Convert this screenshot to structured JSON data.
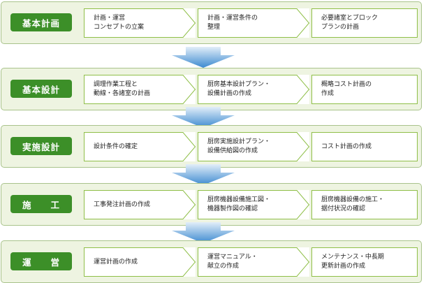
{
  "phases": [
    {
      "label": "基本計画",
      "steps": [
        "計画・運営\nコンセプトの立案",
        "計画・運営条件の\n整理",
        "必要諸室とブロック\nプランの計画"
      ]
    },
    {
      "label": "基本設計",
      "steps": [
        "調理作業工程と\n動線・各諸室の計画",
        "厨房基本設計プラン・\n設備計画の作成",
        "概略コスト計画の\n作成"
      ]
    },
    {
      "label": "実施設計",
      "steps": [
        "設計条件の確定",
        "厨房実施設計プラン・\n設備供給図の作成",
        "コスト計画の作成"
      ]
    },
    {
      "label": "施　　工",
      "steps": [
        "工事発注計画の作成",
        "厨房機器設備施工図・\n機器製作図の確認",
        "厨房機器設備の施工・\n据付状況の確認"
      ]
    },
    {
      "label": "運　　営",
      "steps": [
        "運営計画の作成",
        "運営マニュアル・\n献立の作成",
        "メンテナンス・中長期\n更新計画の作成"
      ]
    }
  ],
  "colors": {
    "label_bg": "#3c8f28",
    "panel_bg": "#eef4e1",
    "panel_border": "#a9c38b",
    "step_border": "#8fbf48",
    "arrow_top": "#dbeaf7",
    "arrow_bottom": "#3d8ad0"
  }
}
